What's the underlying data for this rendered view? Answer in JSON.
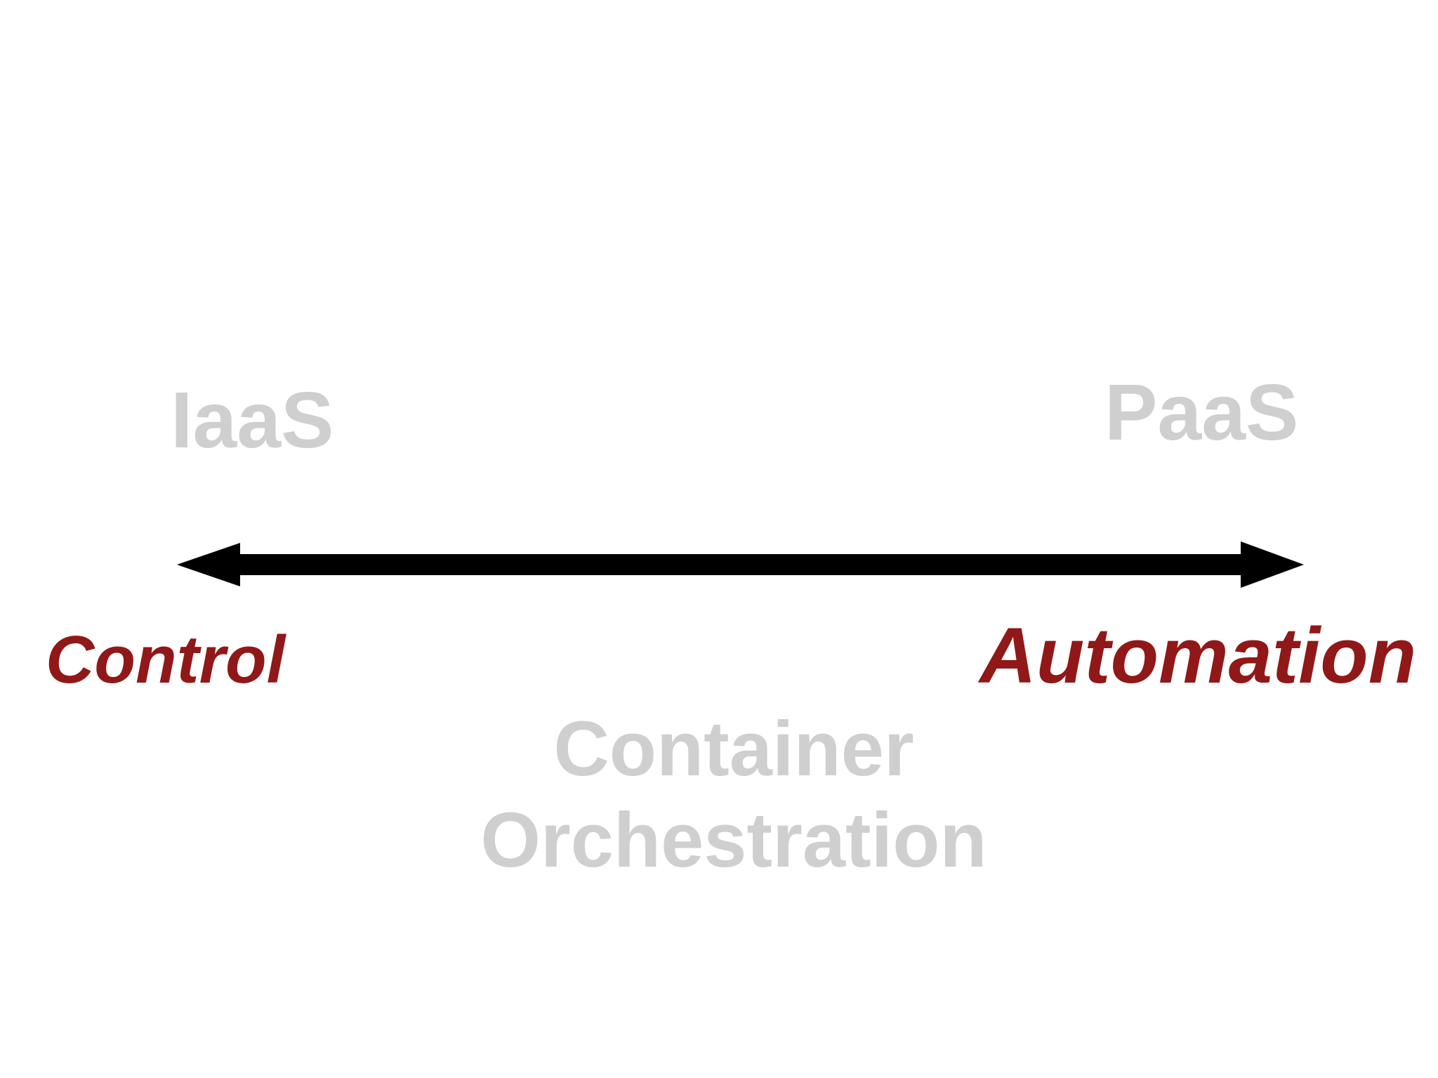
{
  "spectrum": {
    "left_service": "IaaS",
    "right_service": "PaaS",
    "left_end": "Control",
    "right_end": "Automation",
    "middle_line1": "Container",
    "middle_line2": "Orchestration"
  },
  "colors": {
    "muted_label": "#cfcfcf",
    "endpoint_label": "#911818",
    "arrow": "#000000",
    "background": "#ffffff"
  }
}
